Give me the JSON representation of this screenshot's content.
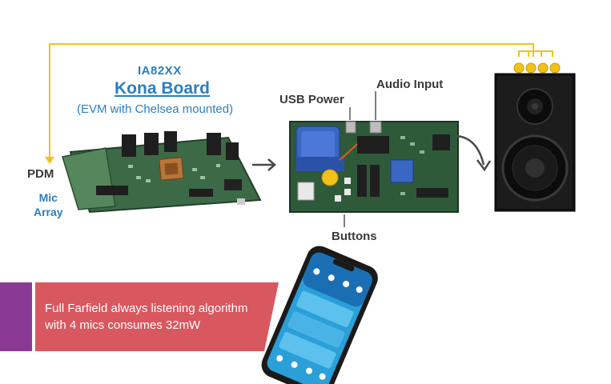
{
  "kona": {
    "chip": "IA82XX",
    "name": "Kona Board",
    "subtitle": "(EVM with Chelsea mounted)"
  },
  "labels": {
    "pdm": "PDM",
    "mic_line1": "Mic",
    "mic_line2": "Array",
    "usb_power": "USB Power",
    "audio_input": "Audio Input",
    "buttons": "Buttons"
  },
  "banner": {
    "line1": "Full Farfield always listening algorithm",
    "line2": "with 4 mics consumes 32mW"
  },
  "colors": {
    "accent_blue": "#2a7fc1",
    "connector_yellow": "#f2c21b",
    "banner_red": "#d9575f",
    "banner_purple": "#8b3a93",
    "board_green": "#3c6a46"
  }
}
